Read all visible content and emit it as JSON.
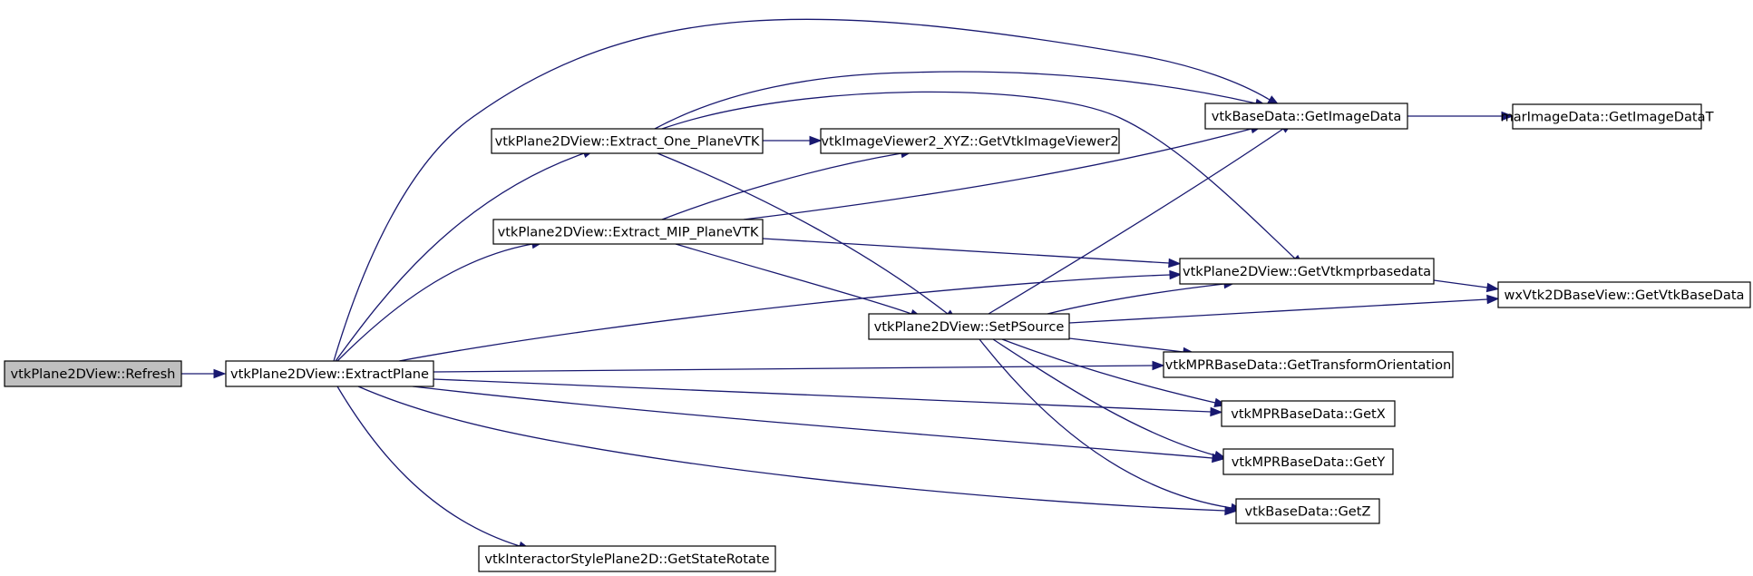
{
  "nodes": [
    {
      "id": "refresh",
      "label": "vtkPlane2DView::Refresh",
      "highlighted": true
    },
    {
      "id": "extractPlane",
      "label": "vtkPlane2DView::ExtractPlane"
    },
    {
      "id": "extractOne",
      "label": "vtkPlane2DView::Extract_One_PlaneVTK"
    },
    {
      "id": "extractMIP",
      "label": "vtkPlane2DView::Extract_MIP_PlaneVTK"
    },
    {
      "id": "getImageData",
      "label": "vtkBaseData::GetImageData"
    },
    {
      "id": "marGetImageDataT",
      "label": "marImageData::GetImageDataT"
    },
    {
      "id": "getVtkImageViewer2",
      "label": "vtkImageViewer2_XYZ::GetVtkImageViewer2"
    },
    {
      "id": "getVtkmprbasedata",
      "label": "vtkPlane2DView::GetVtkmprbasedata"
    },
    {
      "id": "getVtkBaseData",
      "label": "wxVtk2DBaseView::GetVtkBaseData"
    },
    {
      "id": "setPSource",
      "label": "vtkPlane2DView::SetPSource"
    },
    {
      "id": "getTransformOrientation",
      "label": "vtkMPRBaseData::GetTransformOrientation"
    },
    {
      "id": "getX",
      "label": "vtkMPRBaseData::GetX"
    },
    {
      "id": "getY",
      "label": "vtkMPRBaseData::GetY"
    },
    {
      "id": "getZ",
      "label": "vtkBaseData::GetZ"
    },
    {
      "id": "getStateRotate",
      "label": "vtkInteractorStylePlane2D::GetStateRotate"
    }
  ],
  "edges": [
    {
      "from": "refresh",
      "to": "extractPlane"
    },
    {
      "from": "extractPlane",
      "to": "getImageData"
    },
    {
      "from": "extractPlane",
      "to": "extractOne"
    },
    {
      "from": "extractPlane",
      "to": "extractMIP"
    },
    {
      "from": "extractPlane",
      "to": "getVtkmprbasedata"
    },
    {
      "from": "extractPlane",
      "to": "getTransformOrientation"
    },
    {
      "from": "extractPlane",
      "to": "getX"
    },
    {
      "from": "extractPlane",
      "to": "getY"
    },
    {
      "from": "extractPlane",
      "to": "getZ"
    },
    {
      "from": "extractPlane",
      "to": "getStateRotate"
    },
    {
      "from": "extractOne",
      "to": "getImageData"
    },
    {
      "from": "extractOne",
      "to": "getVtkImageViewer2"
    },
    {
      "from": "extractOne",
      "to": "getVtkmprbasedata"
    },
    {
      "from": "extractOne",
      "to": "setPSource"
    },
    {
      "from": "extractMIP",
      "to": "getVtkImageViewer2"
    },
    {
      "from": "extractMIP",
      "to": "getImageData"
    },
    {
      "from": "extractMIP",
      "to": "getVtkmprbasedata"
    },
    {
      "from": "extractMIP",
      "to": "setPSource"
    },
    {
      "from": "getImageData",
      "to": "marGetImageDataT"
    },
    {
      "from": "getVtkmprbasedata",
      "to": "getVtkBaseData"
    },
    {
      "from": "setPSource",
      "to": "getImageData"
    },
    {
      "from": "setPSource",
      "to": "getVtkmprbasedata"
    },
    {
      "from": "setPSource",
      "to": "getVtkBaseData"
    },
    {
      "from": "setPSource",
      "to": "getTransformOrientation"
    },
    {
      "from": "setPSource",
      "to": "getX"
    },
    {
      "from": "setPSource",
      "to": "getY"
    },
    {
      "from": "setPSource",
      "to": "getZ"
    }
  ],
  "colors": {
    "edge": "#191970",
    "node_border": "#000000",
    "node_fill": "#ffffff",
    "highlight_fill": "#bfbfbf"
  }
}
